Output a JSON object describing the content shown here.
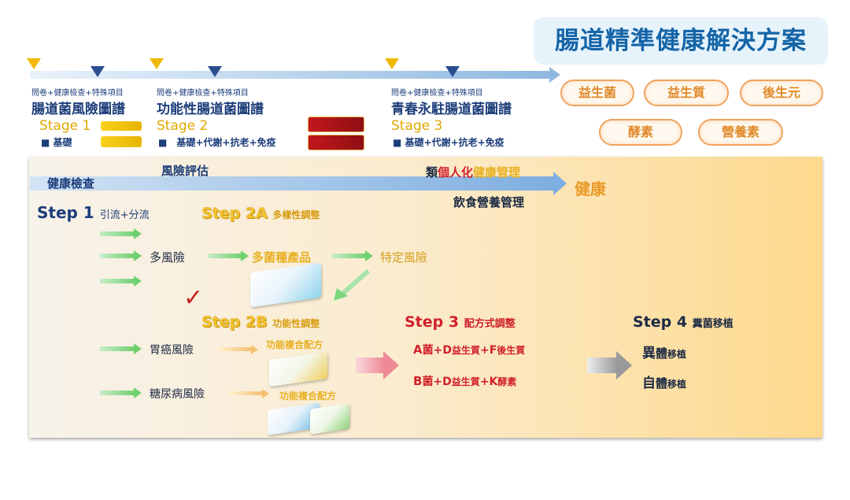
{
  "title": "腸道精準健康解決方案",
  "stages": [
    {
      "top_note": "問卷+健康檢查+特殊項目",
      "map_title": "腸道菌風險圖譜",
      "stage": "Stage 1",
      "sub": "■ 基礎"
    },
    {
      "top_note": "問卷+健康檢查+特殊項目",
      "map_title": "功能性腸道菌圖譜",
      "stage": "Stage 2",
      "sub": "■　基礎+代謝+抗老+免疫"
    },
    {
      "top_note": "問卷+健康檢查+特殊項目",
      "map_title": "青春永駐腸道菌圖譜",
      "stage": "Stage 3",
      "sub": "■ 基礎+代謝+抗老+免疫"
    }
  ],
  "clouds": [
    "益生菌",
    "益生質",
    "後生元",
    "酵素",
    "營養素"
  ],
  "flow": {
    "health_check": "健康檢查",
    "risk_eval": "風險評估",
    "personal_prefix": "類",
    "personal_red": "個人化",
    "personal_suffix": "健康管理",
    "health": "健康",
    "diet": "飲食營養管理"
  },
  "step1": {
    "step": "Step 1",
    "desc": "引流+分流"
  },
  "step2a": {
    "step": "Step 2A",
    "desc": "多樣性調整"
  },
  "multi_risk": "多風險",
  "multi_product": "多菌種產品",
  "specific_risk": "特定風險",
  "check_mark": "✓",
  "step2b": {
    "step": "Step 2B",
    "desc": "功能性調整"
  },
  "stomach_risk": "胃癌風險",
  "diabetes_risk": "糖尿病風險",
  "func_formula_1": "功能複合配方",
  "func_formula_2": "功能複合配方",
  "step3": {
    "step": "Step 3",
    "desc": "配方式調整"
  },
  "formula_a": {
    "l1": "A",
    "s1": "菌+D",
    "m1": "益生質",
    "s2": "+F",
    "m2": "後生質"
  },
  "formula_b": {
    "l1": "B",
    "s1": "菌+D",
    "m1": "益生質",
    "s2": "+K",
    "m2": "酵素"
  },
  "step4": {
    "step": "Step 4",
    "desc": "糞菌移植"
  },
  "transplant_1": {
    "big": "異",
    "mid": "體",
    "small": "移植"
  },
  "transplant_2": {
    "big": "自",
    "mid": "體",
    "small": "移植"
  },
  "colors": {
    "accent_blue": "#1565a8",
    "dark_blue": "#1d3d7a",
    "stage_yellow": "#e0a800",
    "red": "#d1202a",
    "green": "#6fd06f"
  }
}
